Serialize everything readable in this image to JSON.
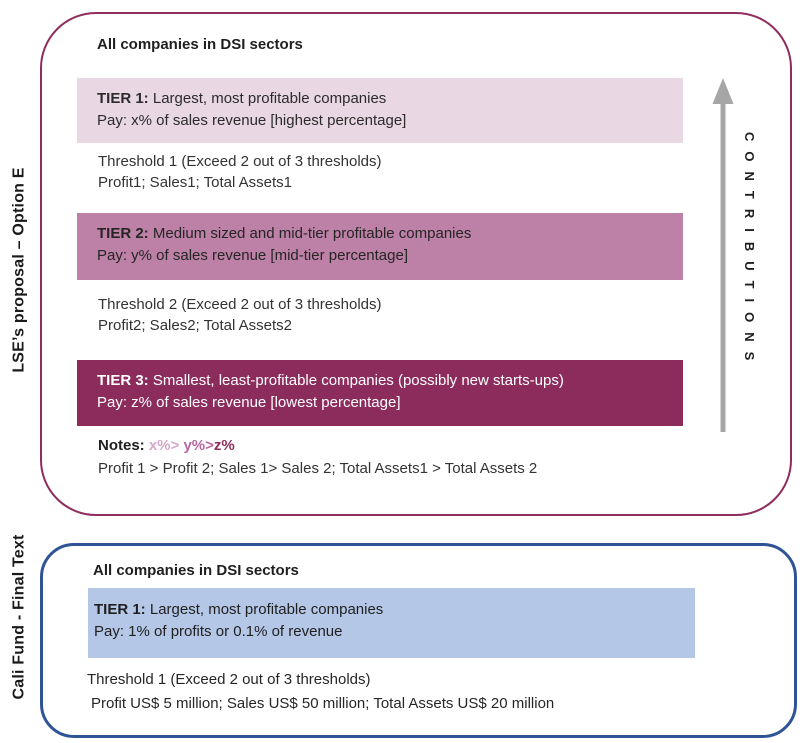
{
  "lse": {
    "side_label": "LSE’s proposal – Option E",
    "header": "All companies in DSI sectors",
    "tiers": [
      {
        "label": "TIER 1:",
        "desc": " Largest, most profitable companies",
        "pay": "Pay: x% of sales revenue [highest percentage]"
      },
      {
        "label": "TIER 2:",
        "desc": " Medium sized and mid-tier profitable companies",
        "pay": "Pay: y% of sales revenue [mid-tier percentage]"
      },
      {
        "label": "TIER 3:",
        "desc": " Smallest, least-profitable companies (possibly new starts-ups)",
        "pay": "Pay: z% of sales revenue [lowest percentage]"
      }
    ],
    "thresholds": [
      {
        "line1": "Threshold 1 (Exceed 2 out of 3 thresholds)",
        "line2": "Profit1; Sales1; Total Assets1"
      },
      {
        "line1": "Threshold 2 (Exceed 2 out of 3 thresholds)",
        "line2": "Profit2; Sales2; Total Assets2"
      }
    ],
    "notes": {
      "label": "Notes: ",
      "x": "x%> ",
      "y": "y%>",
      "z": "z%",
      "line2": "Profit 1 > Profit 2; Sales 1> Sales 2; Total Assets1 > Total Assets 2"
    },
    "contributions_label": "CONTRIBUTIONS"
  },
  "cali": {
    "side_label": "Cali Fund - Final Text",
    "header": "All companies in DSI sectors",
    "tier": {
      "label": "TIER 1:",
      "desc": " Largest, most profitable companies",
      "pay": "Pay: 1% of profits or 0.1% of revenue"
    },
    "threshold": {
      "line1": "Threshold 1 (Exceed 2 out of 3 thresholds)",
      "line2": "Profit US$ 5 million; Sales US$ 50 million; Total Assets US$ 20 million"
    }
  },
  "colors": {
    "maroon_border": "#8e2d5e",
    "tier1_pink": "#e9d8e4",
    "tier2_mauve": "#bd80a6",
    "tier3_maroon": "#8c2c5d",
    "note_x_pink": "#d5a9c9",
    "note_y_mauve": "#b4679f",
    "blue_border": "#2f5496",
    "tier1_blue": "#b4c7e7",
    "arrow_gray": "#a6a6a6"
  }
}
